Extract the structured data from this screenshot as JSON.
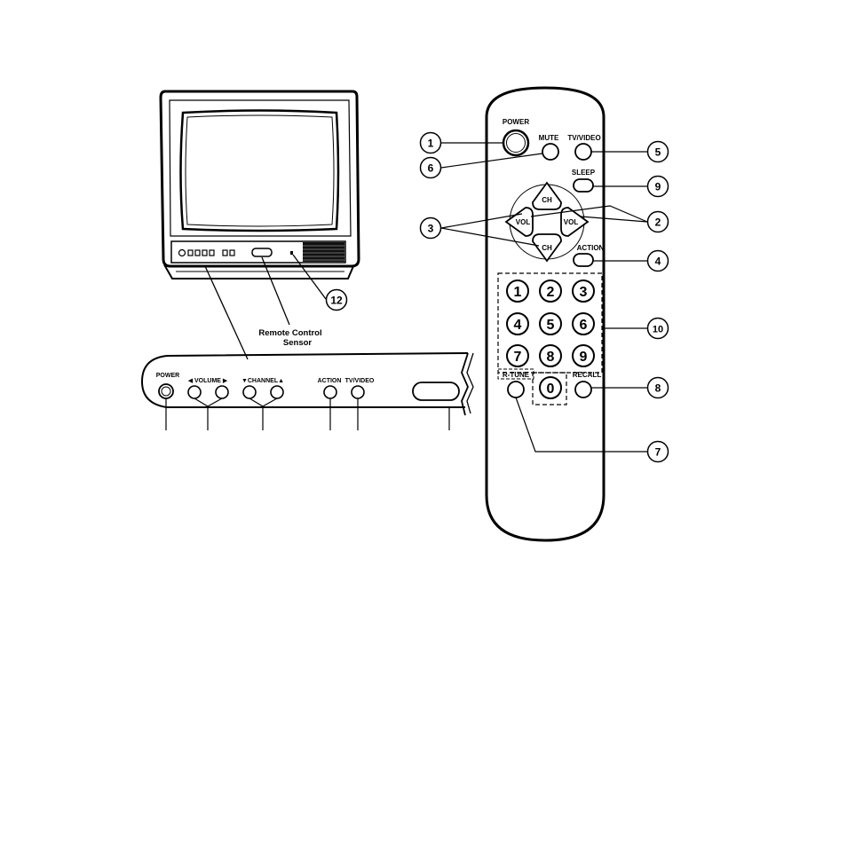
{
  "tv": {
    "sensor_label_line1": "Remote Control",
    "sensor_label_line2": "Sensor"
  },
  "front_panel": {
    "power": "POWER",
    "volume": "◀ VOLUME ▶",
    "channel": "▼CHANNEL▲",
    "action": "ACTION",
    "tv_video": "TV/VIDEO"
  },
  "remote": {
    "power": "POWER",
    "mute": "MUTE",
    "tv_video": "TV/VIDEO",
    "sleep": "SLEEP",
    "action": "ACTION",
    "ch_up": "CH",
    "ch_down": "CH",
    "vol_left": "VOL",
    "vol_right": "VOL",
    "r_tune": "R-TUNE",
    "recall": "RECALL",
    "digits": [
      "1",
      "2",
      "3",
      "4",
      "5",
      "6",
      "7",
      "8",
      "9",
      "0"
    ]
  },
  "callouts": {
    "c1": "1",
    "c2": "2",
    "c3": "3",
    "c4": "4",
    "c5": "5",
    "c6": "6",
    "c7": "7",
    "c8": "8",
    "c9": "9",
    "c10": "10",
    "c12": "12"
  }
}
